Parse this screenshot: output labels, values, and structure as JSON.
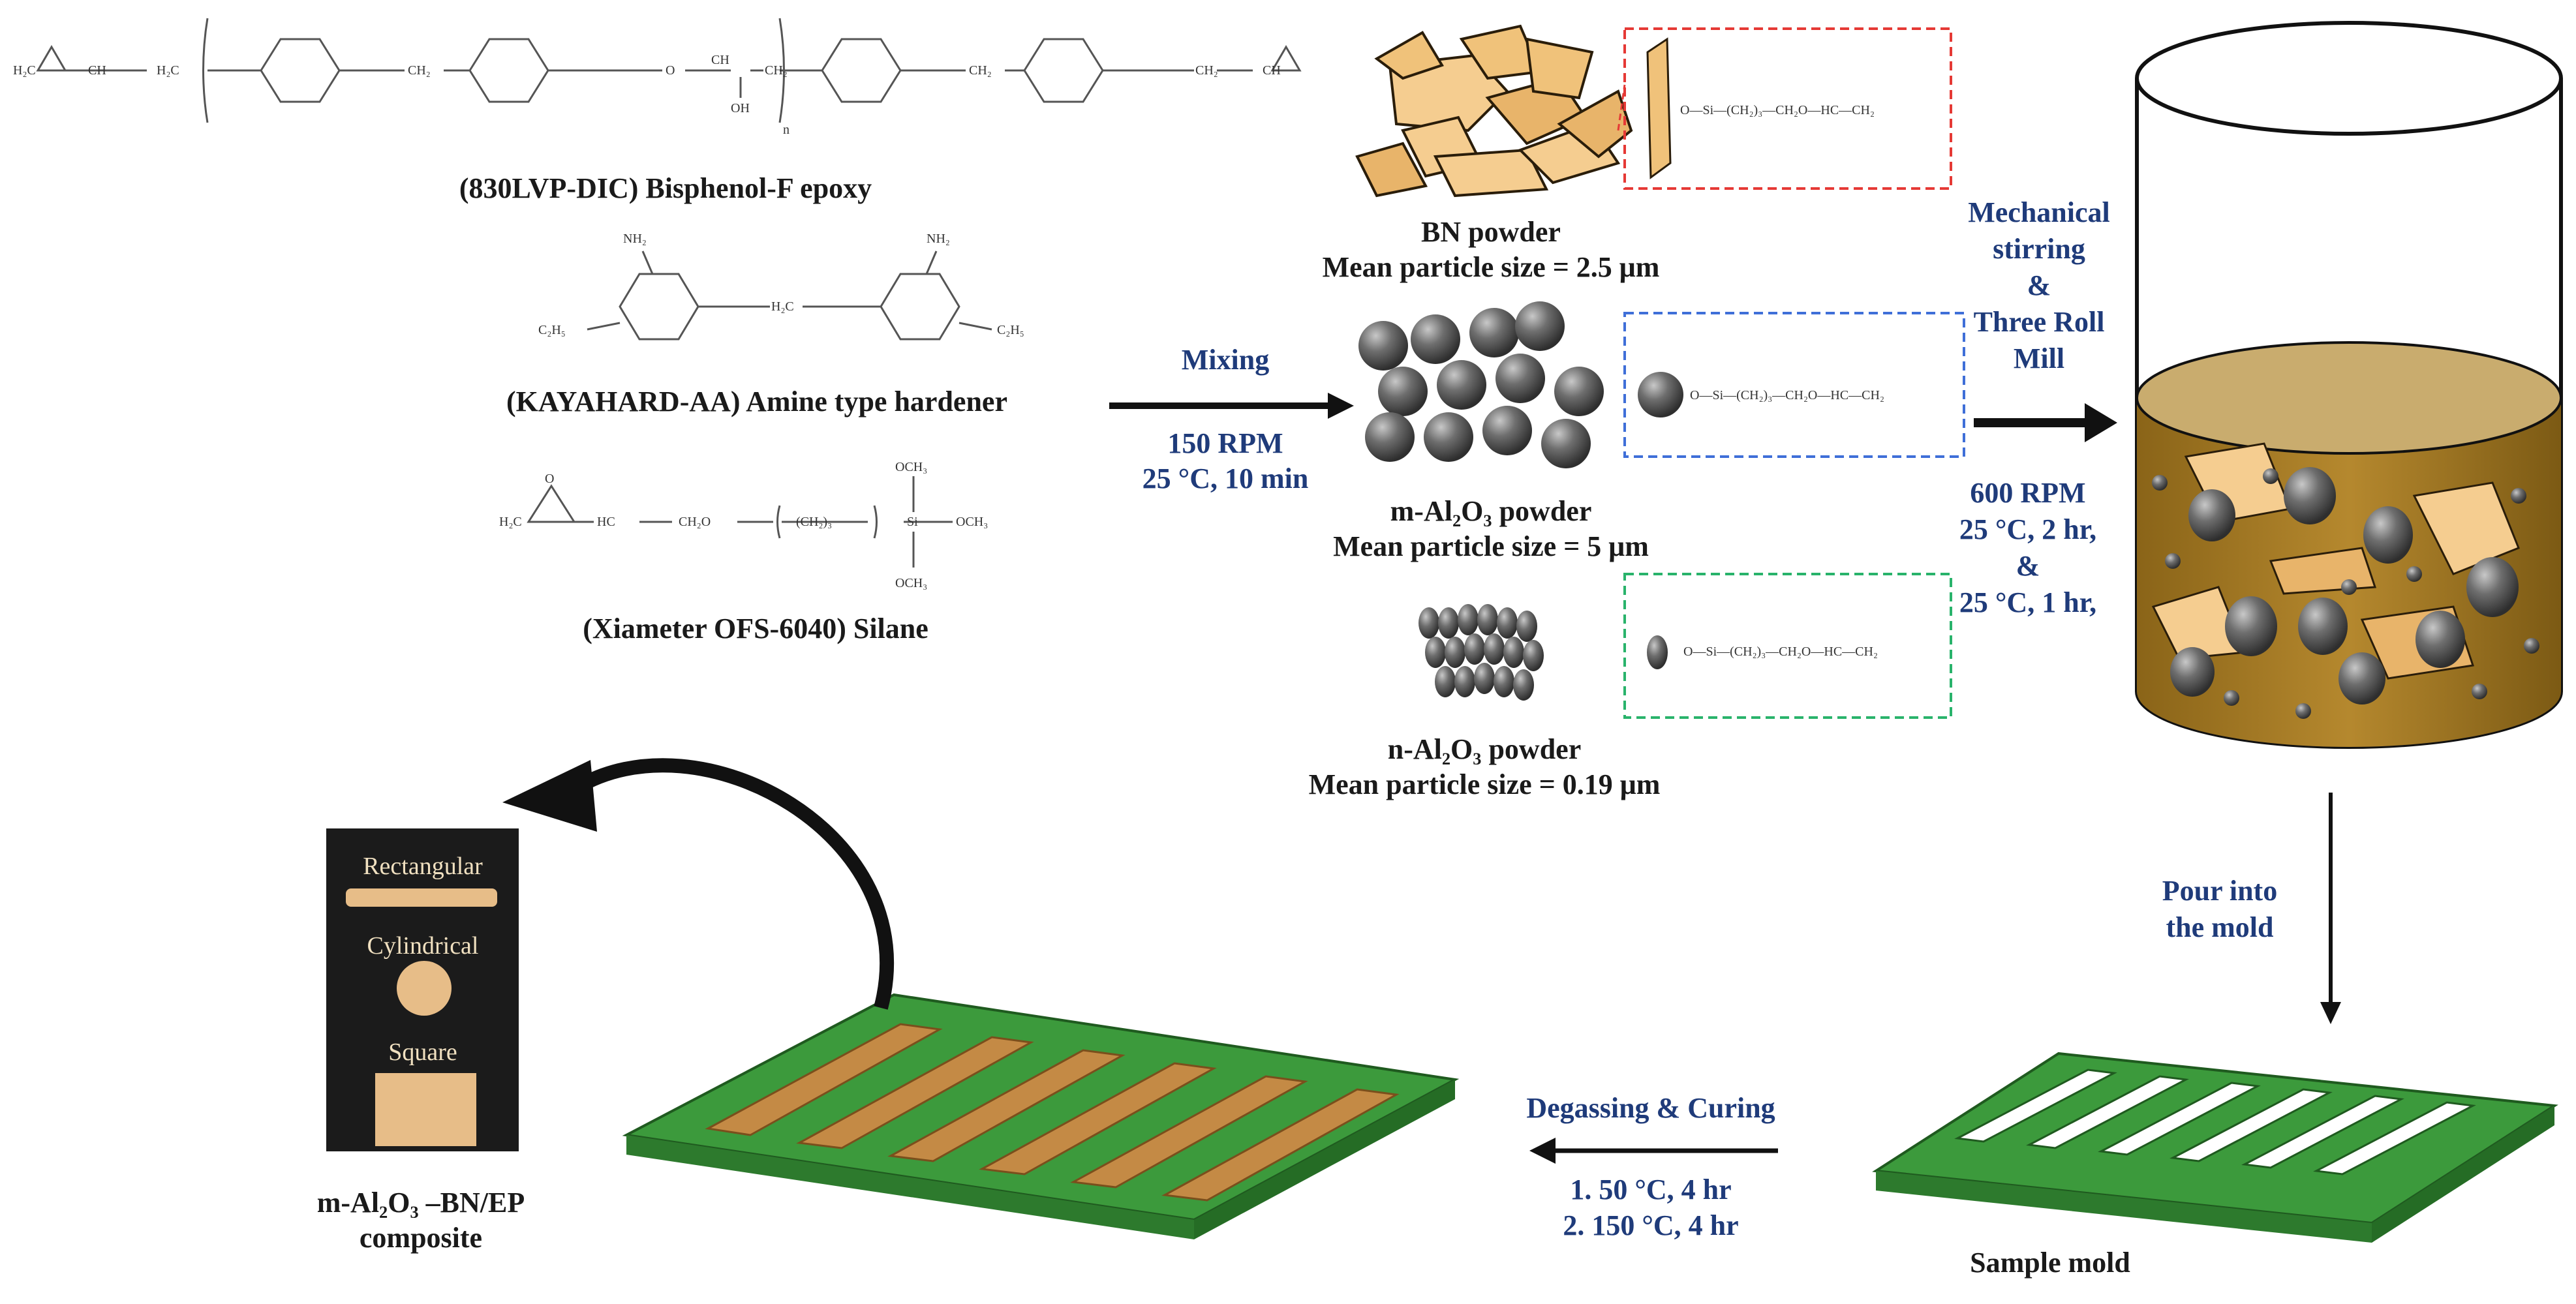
{
  "reagents": {
    "epoxy_label": "(830LVP-DIC) Bisphenol-F epoxy",
    "hardener_label": "(KAYAHARD-AA) Amine type hardener",
    "silane_label": "(Xiameter OFS-6040) Silane"
  },
  "chem_text": {
    "h2c": "H₂C",
    "ch": "CH",
    "ch2": "CH₂",
    "o": "O",
    "oh": "OH",
    "n": "n",
    "nh2": "NH₂",
    "c2h5": "C₂H₅",
    "hc": "HC",
    "ch2o": "CH₂O",
    "ch2_3": "(CH₂)₃",
    "si": "Si",
    "och3": "OCH₃",
    "bn_link": "O—Si—(CH₂)₃—CH₂O—HC—CH₂"
  },
  "powders": {
    "bn": {
      "name": "BN powder",
      "size": "Mean particle size = 2.5 μm"
    },
    "m_al2o3": {
      "name": "m-Al₂O₃ powder",
      "size": "Mean particle size = 5 μm"
    },
    "n_al2o3": {
      "name": "n-Al₂O₃ powder",
      "size": "Mean particle size = 0.19 μm"
    }
  },
  "steps": {
    "mixing": {
      "title": "Mixing",
      "line1": "150 RPM",
      "line2": "25 °C, 10 min"
    },
    "stirring": {
      "line1": "Mechanical",
      "line2": "stirring",
      "line3": "&",
      "line4": "Three Roll",
      "line5": "Mill",
      "cond1": "600 RPM",
      "cond2": "25 °C, 2 hr,",
      "cond3": "&",
      "cond4": "25 °C, 1 hr,"
    },
    "pour": {
      "line1": "Pour into",
      "line2": "the mold"
    },
    "curing": {
      "title": "Degassing & Curing",
      "line1": "1. 50 °C, 4 hr",
      "line2": "2. 150 °C, 4 hr"
    }
  },
  "mold_label": "Sample mold",
  "composite": {
    "rect": "Rectangular",
    "cyl": "Cylindrical",
    "square": "Square",
    "label1": "m-Al₂O₃ –BN/EP",
    "label2": "composite"
  },
  "colors": {
    "bn": "#f2c98a",
    "alumina": "#6b6b6b",
    "resin": "#b38a3c",
    "mold": "#3c9a3c",
    "blue_text": "#1f3b7a",
    "box_red": "#e53935",
    "box_blue": "#3f6fd8",
    "box_green": "#29b36b"
  }
}
